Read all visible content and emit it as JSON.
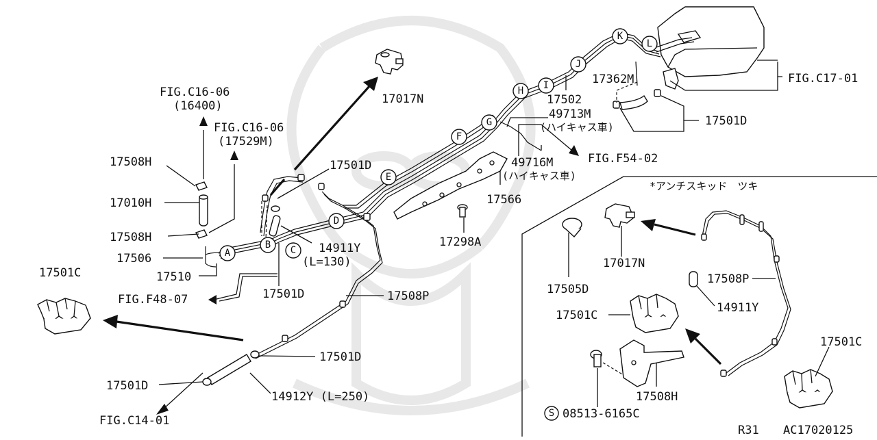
{
  "callouts": {
    "fig_c16_06_a": "FIG.C16-06",
    "p16400": "(16400)",
    "fig_c16_06_b": "FIG.C16-06",
    "p17529m": "(17529M)",
    "p17508h_top": "17508H",
    "p17010h": "17010H",
    "p17508h_mid": "17508H",
    "p17506": "17506",
    "p17510": "17510",
    "p17501c_left": "17501C",
    "fig_f48_07": "FIG.F48-07",
    "p17501d_mid": "17501D",
    "p17501d_top": "17501D",
    "p14911y": "14911Y",
    "l130": "(L=130)",
    "p17017n_top": "17017N",
    "p17508p_mid": "17508P",
    "p17501d_low": "17501D",
    "p17501d_bl": "17501D",
    "fig_c14_01": "FIG.C14-01",
    "p14912y": "14912Y (L=250)",
    "p17566": "17566",
    "p17298a": "17298A",
    "p17502": "17502",
    "p17362m": "17362M",
    "fig_c17_01": "FIG.C17-01",
    "p49713m": "49713M",
    "hicas1": "(ハイキャス車)",
    "p17501d_right": "17501D",
    "p49716m": "49716M",
    "hicas2": "(ハイキャス車)",
    "fig_f54_02": "FIG.F54-02"
  },
  "markers": [
    "A",
    "B",
    "C",
    "D",
    "E",
    "F",
    "G",
    "H",
    "I",
    "J",
    "K",
    "L"
  ],
  "inset": {
    "title": "*アンチスキッド　ツキ",
    "p17017n": "17017N",
    "p17505d": "17505D",
    "p17508p": "17508P",
    "p14911y": "14911Y",
    "p17501c": "17501C",
    "p17501c_right": "17501C",
    "p17508h": "17508H",
    "bolt_symbol": "S",
    "bolt_code": "08513-6165C"
  },
  "footer": {
    "model": "R31",
    "diagram_code": "AC17020125"
  }
}
